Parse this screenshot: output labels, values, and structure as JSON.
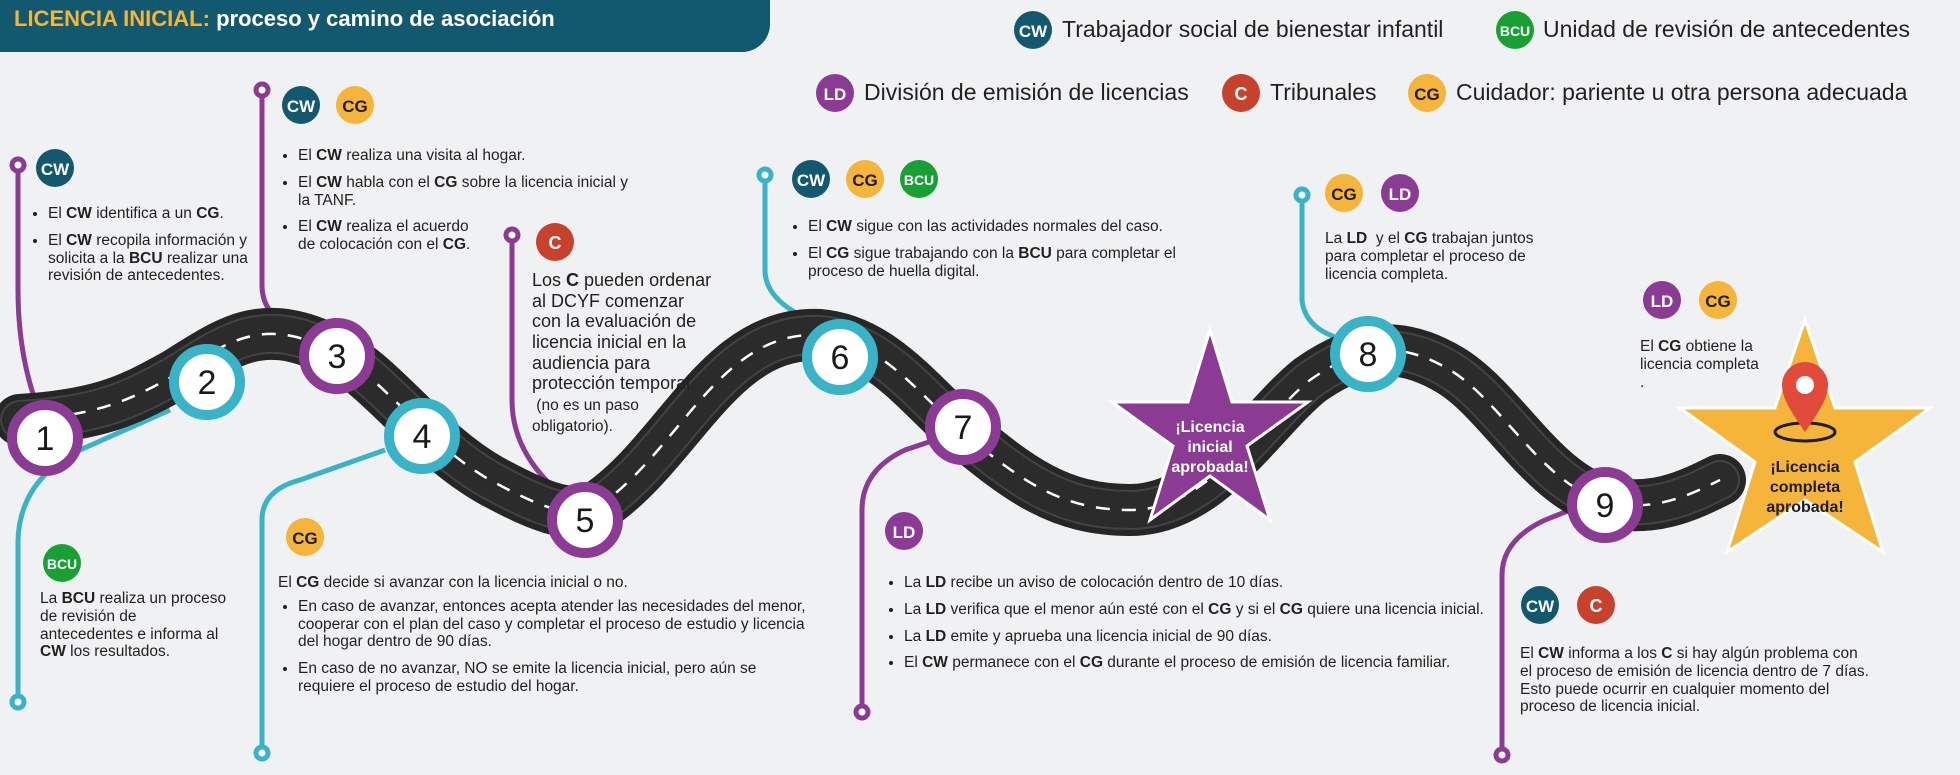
{
  "title": {
    "highlight": "LICENCIA INICIAL:",
    "rest": " proceso y camino de asociación"
  },
  "colors": {
    "CW": "#12586f",
    "BCU": "#18a034",
    "LD": "#8c3b94",
    "C": "#c8412c",
    "CG": "#f5b43a",
    "title_bar": "#12586f",
    "road": "#262626",
    "teal_line": "#39b3c8",
    "purple_line": "#8c3b94"
  },
  "legend": {
    "cw": {
      "abbr": "CW",
      "label": "Trabajador social de bienestar infantil"
    },
    "bcu": {
      "abbr": "BCU",
      "label": "Unidad de revisión de antecedentes"
    },
    "ld": {
      "abbr": "LD",
      "label": "División de emisión de licencias"
    },
    "c": {
      "abbr": "C",
      "label": "Tribunales"
    },
    "cg": {
      "abbr": "CG",
      "label": "Cuidador: pariente u otra persona adecuada"
    }
  },
  "steps": [
    "1",
    "2",
    "3",
    "4",
    "5",
    "6",
    "7",
    "8",
    "9"
  ],
  "stars": {
    "initial": [
      "¡Licencia",
      "inicial",
      "aprobada!"
    ],
    "complete": [
      "¡Licencia",
      "completa",
      "aprobada!"
    ]
  }
}
